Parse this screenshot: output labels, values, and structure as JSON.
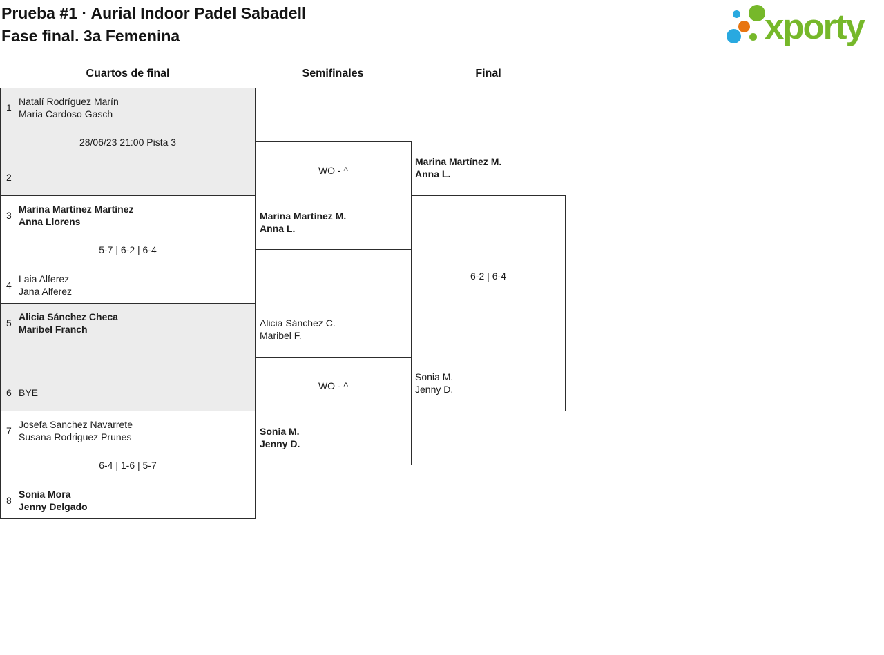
{
  "header": {
    "title": "Prueba #1 · Aurial Indoor Padel Sabadell",
    "subtitle": "Fase final. 3a Femenina"
  },
  "logo": {
    "wordmark": "xporty",
    "colors": {
      "green": "#76b82a",
      "blue": "#29a9e0",
      "orange": "#e87511"
    }
  },
  "rounds": {
    "quarterfinals": "Cuartos de final",
    "semifinals": "Semifinales",
    "final": "Final"
  },
  "quarterfinals": [
    {
      "seed_top": "1",
      "top_players": [
        "Natalí Rodríguez Marín",
        "Maria Cardoso Gasch"
      ],
      "score": "28/06/23 21:00 Pista 3",
      "seed_bottom": "2",
      "bottom_players": [
        "",
        ""
      ]
    },
    {
      "seed_top": "3",
      "top_players": [
        "Marina Martínez Martínez",
        "Anna Llorens"
      ],
      "score": "5-7 | 6-2 | 6-4",
      "seed_bottom": "4",
      "bottom_players": [
        "Laia Alferez",
        "Jana Alferez"
      ]
    },
    {
      "seed_top": "5",
      "top_players": [
        "Alicia Sánchez Checa",
        "Maribel Franch"
      ],
      "score": "",
      "seed_bottom": "6",
      "bottom_players": [
        "BYE",
        ""
      ]
    },
    {
      "seed_top": "7",
      "top_players": [
        "Josefa Sanchez Navarrete",
        "Susana Rodriguez Prunes"
      ],
      "score": "6-4 | 1-6 | 5-7",
      "seed_bottom": "8",
      "bottom_players": [
        "Sonia Mora",
        "Jenny Delgado"
      ]
    }
  ],
  "semifinals": [
    {
      "score": "WO - ^",
      "bottom_players": [
        "Marina Martínez M.",
        "Anna L."
      ]
    },
    {
      "score": "WO - ^",
      "top_players": [
        "Alicia Sánchez C.",
        "Maribel F."
      ],
      "bottom_players": [
        "Sonia M.",
        "Jenny D."
      ]
    }
  ],
  "final": {
    "top_players": [
      "Marina Martínez M.",
      "Anna L."
    ],
    "score": "6-2 | 6-4",
    "bottom_players": [
      "Sonia M.",
      "Jenny D."
    ]
  }
}
